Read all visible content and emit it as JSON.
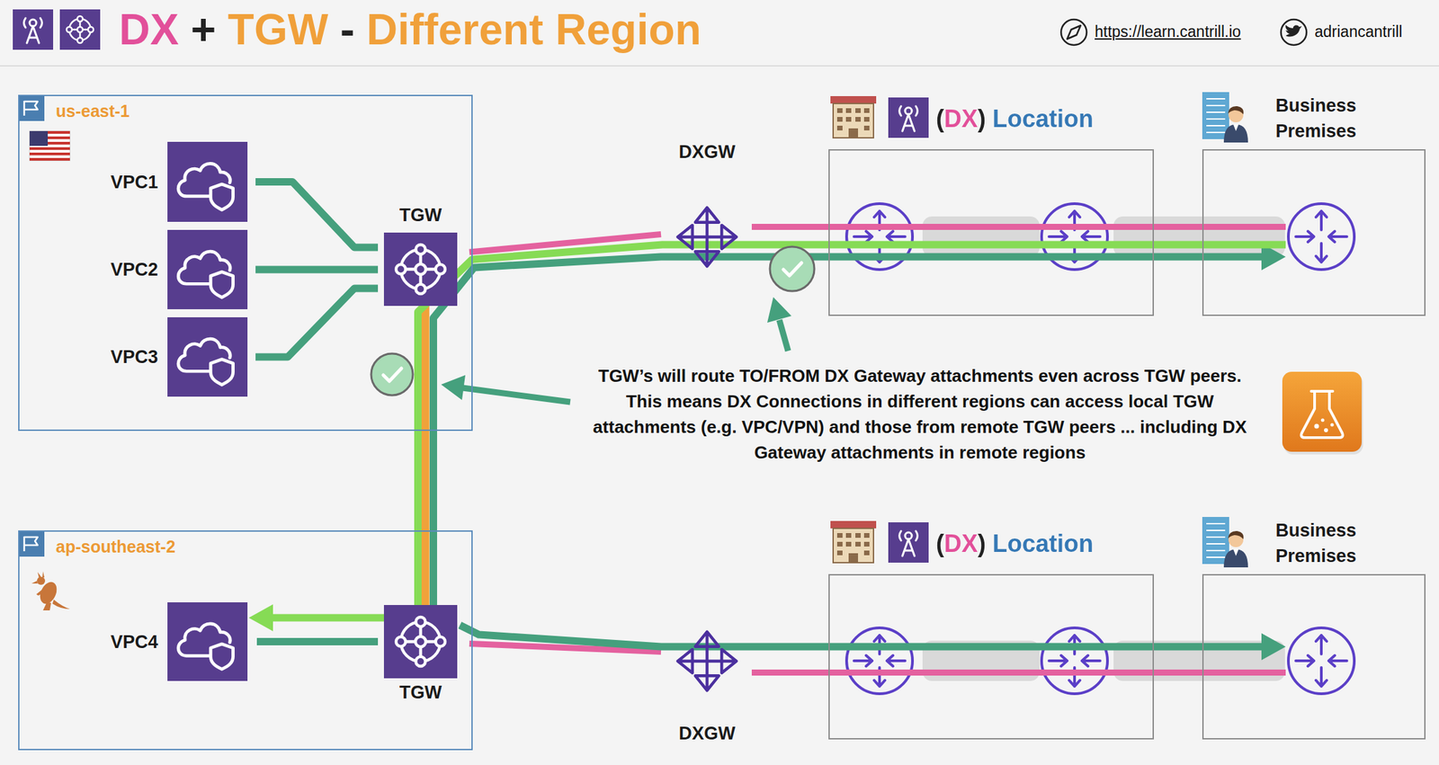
{
  "diagram": {
    "title": "DX + TGW - Different Region",
    "nodes": [
      {
        "text": [
          "us-east-1"
        ]
      },
      {
        "text": [
          "VPC1"
        ],
        "in": 0
      },
      {
        "text": [
          "VPC2"
        ],
        "in": 0
      },
      {
        "text": [
          "VPC3"
        ],
        "in": 0
      },
      {
        "text": [
          "TGW"
        ],
        "in": 0
      },
      {
        "text": [
          "ap-southeast-2"
        ]
      },
      {
        "text": [
          "VPC4"
        ],
        "in": 5
      },
      {
        "text": [
          "TGW"
        ],
        "in": 5
      },
      {
        "text": [
          "DXGW"
        ]
      },
      {
        "text": [
          "(DX) Location"
        ]
      },
      {
        "text": [
          "Business Premises"
        ]
      },
      {
        "text": [
          "DXGW"
        ]
      },
      {
        "text": [
          "(DX) Location"
        ]
      },
      {
        "text": [
          "Business Premises"
        ]
      }
    ],
    "edges": [
      {
        "from": 1,
        "to": 4,
        "arrow": "none"
      },
      {
        "from": 2,
        "to": 4,
        "arrow": "none"
      },
      {
        "from": 3,
        "to": 4,
        "arrow": "none"
      },
      {
        "from": 6,
        "to": 7,
        "arrow": "none"
      },
      {
        "from": 4,
        "to": 7,
        "arrow": "none"
      },
      {
        "from": 4,
        "to": 8,
        "arrow": "none"
      },
      {
        "from": 8,
        "to": 10,
        "arrow": "none"
      },
      {
        "from": 7,
        "to": 11,
        "arrow": "none"
      },
      {
        "from": 11,
        "to": 13,
        "arrow": "none"
      },
      {
        "from": 7,
        "to": 10,
        "arrow": "to"
      },
      {
        "from": 10,
        "to": 6,
        "arrow": "to"
      },
      {
        "from": 7,
        "to": 13,
        "arrow": "to"
      }
    ],
    "labels": [
      "https://learn.cantrill.io",
      "adriancantrill",
      "TGW’s will route TO/FROM DX Gateway attachments even across TGW peers. This means DX Connections in different regions can access local TGW attachments (e.g. VPC/VPN) and those from remote TGW peers ... including DX Gateway attachments in remote regions"
    ]
  }
}
